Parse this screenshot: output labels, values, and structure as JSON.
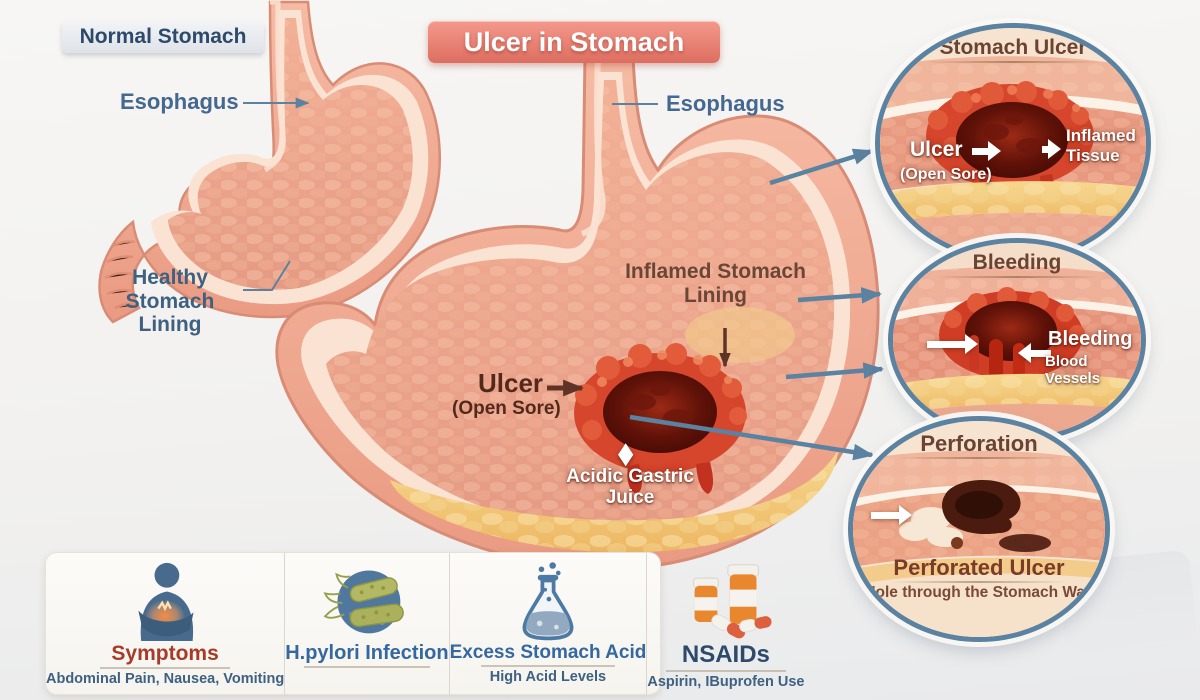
{
  "banners": {
    "normal_stomach": "Normal Stomach",
    "main_title": "Ulcer in Stomach"
  },
  "normal_stomach": {
    "esophagus_label": "Esophagus",
    "healthy_lining_label": "Healthy Stomach Lining"
  },
  "ulcer_stomach": {
    "esophagus_label": "Esophagus",
    "inflamed_label": "Inflamed Stomach Lining",
    "ulcer_label": "Ulcer",
    "open_sore_label": "(Open Sore)",
    "acidic_label": "Acidic Gastric Juice"
  },
  "callouts": [
    {
      "title": "Stomach Ulcer",
      "ulcer_label": "Ulcer",
      "open_sore_label": "(Open Sore)",
      "inflamed_tissue_label": "Inflamed Tissue"
    },
    {
      "title": "Bleeding",
      "bleeding_label": "Bleeding",
      "vessels_label": "Blood Vessels"
    },
    {
      "title": "Perforation",
      "footer_title": "Perforated Ulcer",
      "footer_subtitle": "Hole through the Stomach Wall"
    }
  ],
  "causes": [
    {
      "title": "Symptoms",
      "subtitle": "Abdominal Pain, Nausea, Vomiting",
      "icon": "person-abdominal-pain-icon"
    },
    {
      "title": "H.pylori Infection",
      "subtitle": "",
      "icon": "h-pylori-bacteria-icon"
    },
    {
      "title": "Excess Stomach Acid",
      "subtitle": "High Acid Levels",
      "icon": "acid-flask-icon"
    },
    {
      "title": "NSAIDs",
      "subtitle": "Aspirin, IBuprofen Use",
      "icon": "nsaid-pills-icon"
    }
  ],
  "colors": {
    "accent_blue": "#5b82a0",
    "label_blue": "#44688f",
    "dark_blue": "#2d4a6b",
    "label_brown": "#6b4636",
    "banner_red": "#dd6e60",
    "symptom_red": "#a63c28",
    "ulcer_red": "#d5462c",
    "crater_dark": "#4a0f07",
    "acid_yellow": "#f2c77e"
  }
}
